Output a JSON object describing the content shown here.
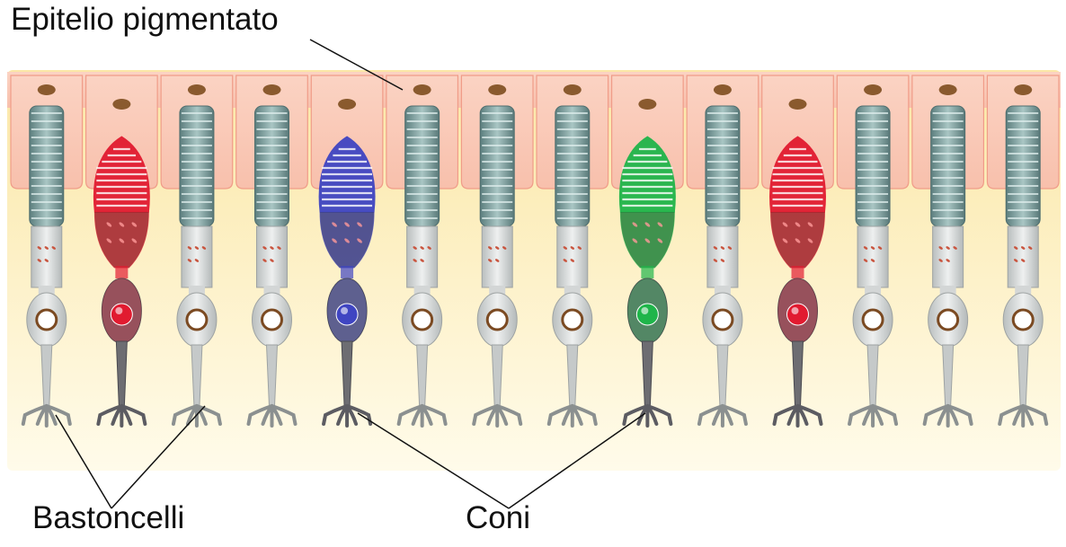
{
  "labels": {
    "pigment_epithelium": "Epitelio pigmentato",
    "rods": "Bastoncelli",
    "cones": "Coni"
  },
  "cells": [
    {
      "type": "rod"
    },
    {
      "type": "cone",
      "color": "red"
    },
    {
      "type": "rod"
    },
    {
      "type": "rod"
    },
    {
      "type": "cone",
      "color": "blue"
    },
    {
      "type": "rod"
    },
    {
      "type": "rod"
    },
    {
      "type": "rod"
    },
    {
      "type": "cone",
      "color": "green"
    },
    {
      "type": "rod"
    },
    {
      "type": "cone",
      "color": "red"
    },
    {
      "type": "rod"
    },
    {
      "type": "rod"
    },
    {
      "type": "rod"
    }
  ],
  "colors": {
    "epithelium": "#f8c0ac",
    "epithelium_edge": "#f09c88",
    "pigment": "#8a5a2e",
    "background_top": "#fbe7a6",
    "background_bottom": "#fffbea",
    "rod_disc": "#6f9292",
    "rod_disc_light": "#a9c6c4",
    "rod_body": "#d6d8d8",
    "rod_body_edge": "#9ea3a3",
    "red": "#e11b30",
    "blue": "#3f45c2",
    "green": "#1fb54a"
  }
}
